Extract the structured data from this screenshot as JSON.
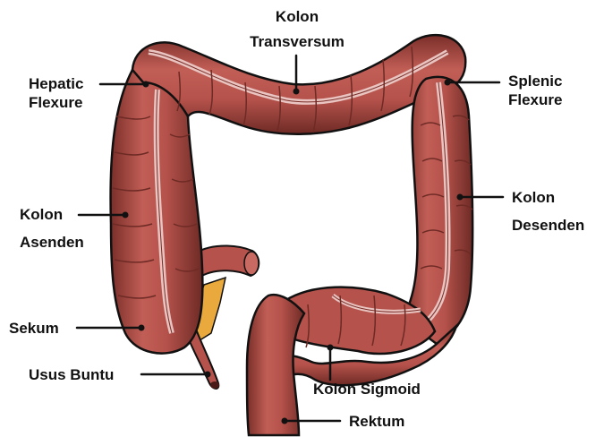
{
  "colors": {
    "colon_fill": "#b5524b",
    "colon_shadow": "#6e2a25",
    "colon_highlight": "#d98a82",
    "inner_band": "#e9c4c0",
    "fat": "#e9a93c",
    "line": "#111111",
    "background": "#ffffff"
  },
  "labels": {
    "kolon_transversum": [
      "Kolon",
      "Transversum"
    ],
    "hepatic_flexure": [
      "Hepatic",
      "Flexure"
    ],
    "splenic_flexure": [
      "Splenic",
      "Flexure"
    ],
    "kolon_asenden": [
      "Kolon",
      "Asenden"
    ],
    "kolon_desenden": [
      "Kolon",
      "Desenden"
    ],
    "sekum": "Sekum",
    "usus_buntu": "Usus Buntu",
    "kolon_sigmoid": "Kolon Sigmoid",
    "rektum": "Rektum"
  }
}
